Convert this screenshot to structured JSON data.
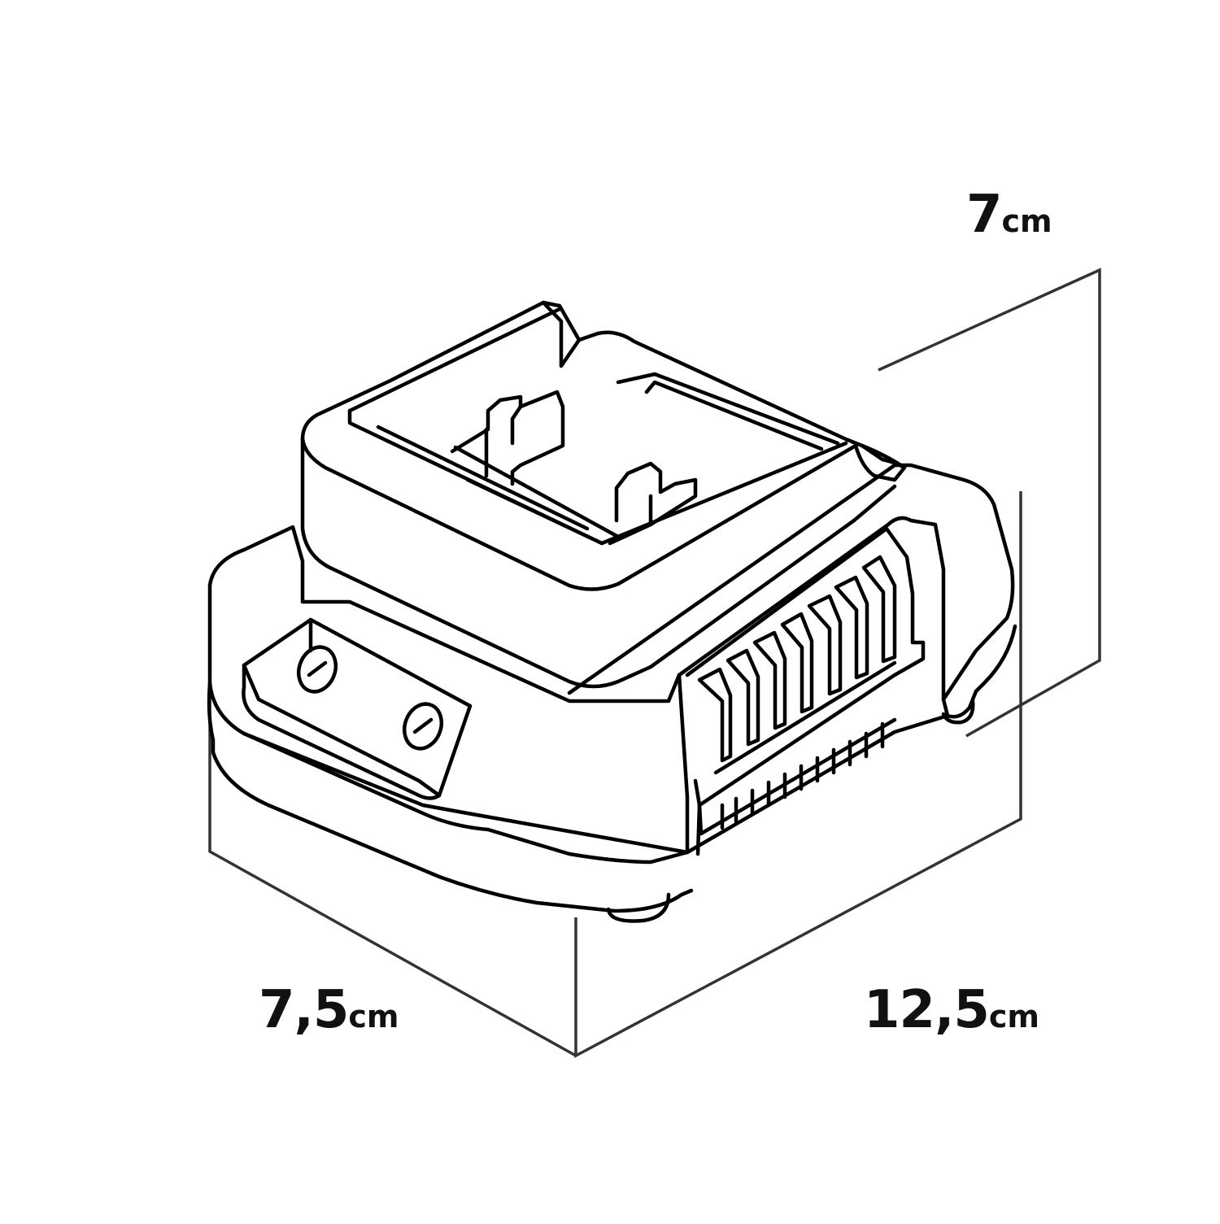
{
  "dimensions": {
    "height": {
      "value": "7",
      "unit": "cm"
    },
    "depth": {
      "value": "7,5",
      "unit": "cm"
    },
    "width": {
      "value": "12,5",
      "unit": "cm"
    }
  },
  "colors": {
    "outline": "#000000",
    "dimension_line": "#333333",
    "background": "#ffffff"
  }
}
